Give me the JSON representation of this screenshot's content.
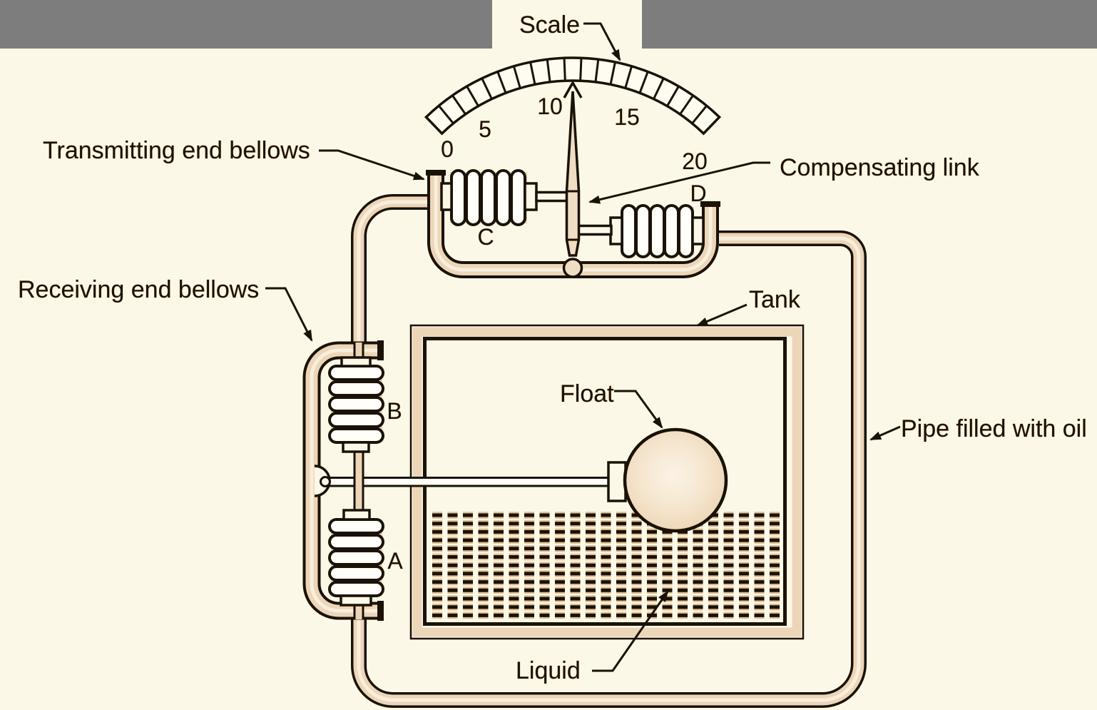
{
  "gauge": {
    "label": "Scale",
    "tick_labels": [
      "0",
      "5",
      "10",
      "15",
      "20"
    ],
    "segments": 19
  },
  "labels": {
    "transmitting": "Transmitting end bellows",
    "receiving": "Receiving end bellows",
    "compensating": "Compensating link",
    "tank": "Tank",
    "float": "Float",
    "pipe": "Pipe filled with oil",
    "liquid": "Liquid"
  },
  "bellows": {
    "a": "A",
    "b": "B",
    "c": "C",
    "d": "D"
  },
  "tank": {
    "liquid_rows": 13
  },
  "colors": {
    "background": "#FCF8E7",
    "pipe_tan": "#EDD6B8",
    "line": "#1A1206",
    "header_gray": "#7D7D7D"
  }
}
